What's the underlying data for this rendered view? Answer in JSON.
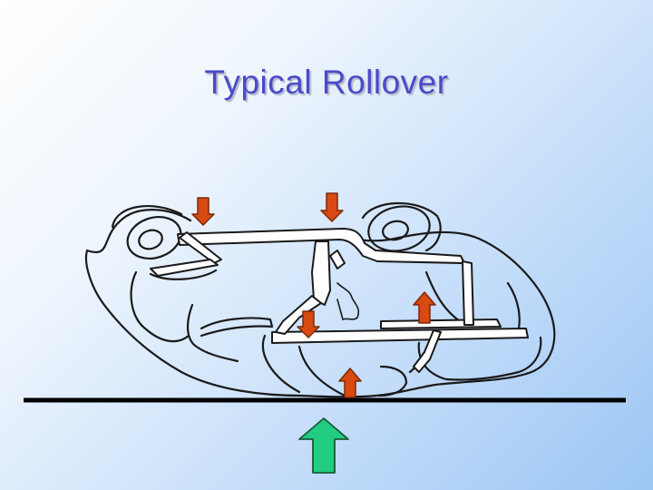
{
  "slide": {
    "title": "Typical Rollover"
  },
  "diagram": {
    "colors": {
      "line": "#1a1a1a",
      "ground": "#000000",
      "force_arrow_fill": "#d84a12",
      "force_arrow_stroke": "#7a2a0a",
      "reaction_arrow_fill": "#22cc80",
      "reaction_arrow_stroke": "#1a5a3a"
    },
    "force_arrows": [
      {
        "name": "roof-force-arrow-left",
        "direction": "down"
      },
      {
        "name": "roof-force-arrow-right",
        "direction": "down"
      },
      {
        "name": "center-force-arrow",
        "direction": "down"
      },
      {
        "name": "floor-force-arrow-right",
        "direction": "up"
      },
      {
        "name": "floor-force-arrow-bottom",
        "direction": "up"
      }
    ],
    "reaction_arrow": {
      "name": "ground-reaction-arrow",
      "direction": "up"
    }
  }
}
